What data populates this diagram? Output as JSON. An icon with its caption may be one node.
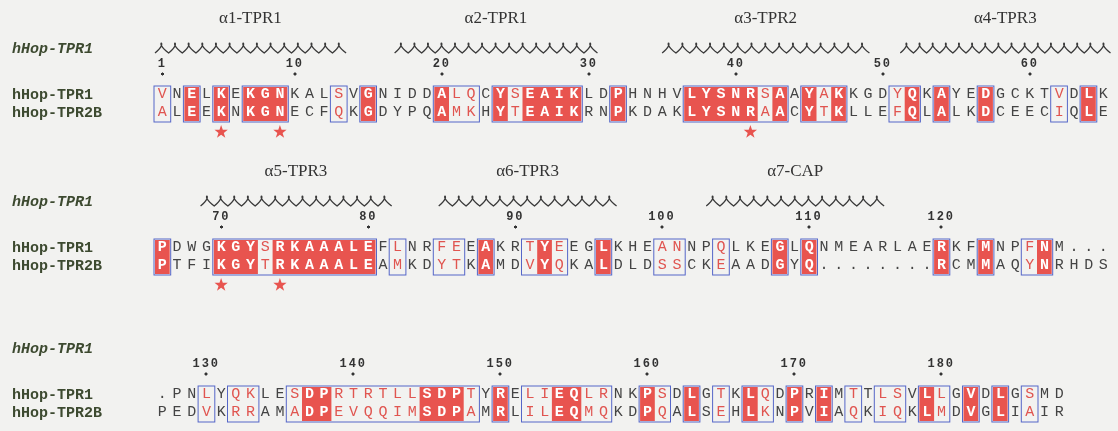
{
  "diagram": {
    "labels": [
      "α1-TPR1",
      "α2-TPR1",
      "α3-TPR2",
      "α4-TPR3",
      "hHop-TPR1",
      "1",
      "10",
      "20",
      "30",
      "40",
      "50",
      "60",
      "hHop-TPR1",
      "VNELKEKGNKALSVGNIDDALQCYSEAIKLDPHNHVLYSNRSAAYAKKGDYQKAYEDGCKTVDLK",
      "hHop-TPR2B",
      "ALEEKNKGNECFQKGDYPQAMKHYTEAIKRNPKDAKLYSNRAACYTKLLEFQLALKDCEECIQLE",
      "α5-TPR3",
      "α6-TPR3",
      "α7-CAP",
      "hHop-TPR1",
      "70",
      "80",
      "90",
      "100",
      "110",
      "120",
      "hHop-TPR1",
      "PDWGKGYSRKAAALEFLNRFEEAKRTYEEGLKHEANNPQLKEGLQNMEARLAERKFMNPFNM...",
      "hHop-TPR2B",
      "PTFIKGYTRKAAALEAMKDYTKAMDVYQKALDLDSSCKEAADGYQ........RCMMAQYNRHDS",
      "hHop-TPR1",
      "130",
      "140",
      "150",
      "160",
      "170",
      "180",
      "hHop-TPR1",
      ".PNLYQKLESDPRTRTLLSDPTYRELIEQLRNKPSDLGTKLQDPRIMTTLSVLLGVDLGSMD",
      "hHop-TPR2B",
      "PEDVKRRAMADPEVQQIMSDPAMRLILEQMQKDPQALSEHLKNPVIAQKIQKLMDVGLIAIR"
    ]
  }
}
